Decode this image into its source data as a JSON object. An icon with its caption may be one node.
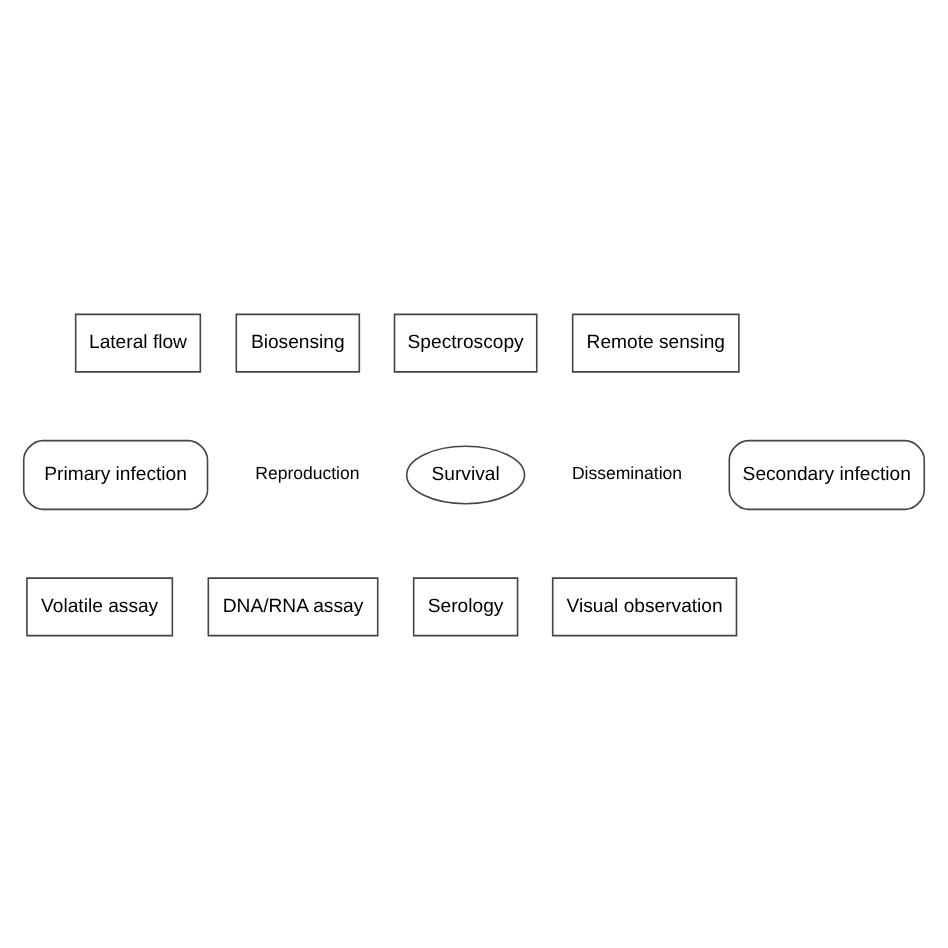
{
  "diagram": {
    "nodes": [
      {
        "text": [
          "Primary infection"
        ]
      },
      {
        "text": [
          "Lateral flow"
        ]
      },
      {
        "text": [
          "Biosensing"
        ]
      },
      {
        "text": [
          "Spectroscopy"
        ]
      },
      {
        "text": [
          "Remote sensing"
        ]
      },
      {
        "text": [
          "Secondary infection"
        ]
      },
      {
        "text": [
          "Survival"
        ],
        "beside": [
          "Reproduction",
          "Dissemination"
        ]
      },
      {
        "text": [
          "Volatile assay"
        ]
      },
      {
        "text": [
          "DNA/RNA assay"
        ]
      },
      {
        "text": [
          "Serology"
        ]
      },
      {
        "text": [
          "Visual observation"
        ]
      }
    ]
  }
}
